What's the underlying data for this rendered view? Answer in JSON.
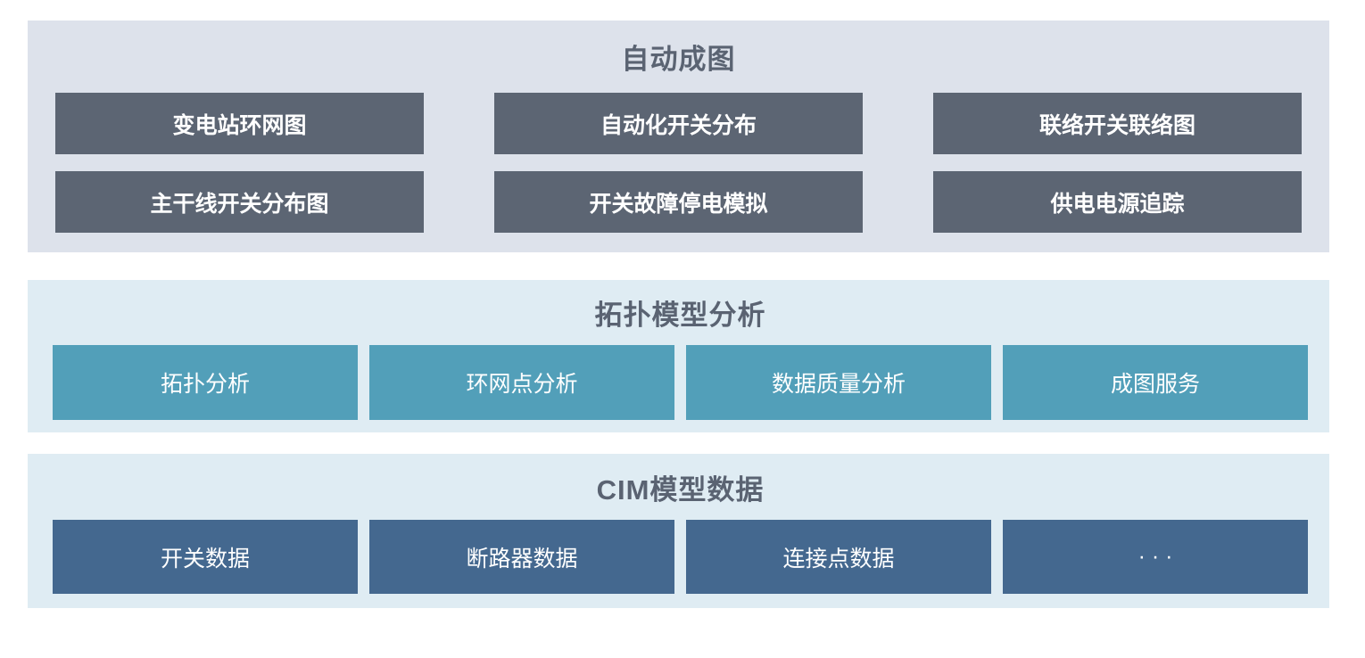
{
  "colors": {
    "page_bg": "#ffffff",
    "top_section_bg": "#dde2eb",
    "lower_sections_bg": "#dfecf3",
    "dark_box": "#5c6573",
    "teal_box": "#529fb9",
    "blue_box": "#44688f",
    "title_text": "#5a6372",
    "box_text": "#ffffff"
  },
  "sections": [
    {
      "title": "自动成图",
      "items": [
        "变电站环网图",
        "自动化开关分布",
        "联络开关联络图",
        "主干线开关分布图",
        "开关故障停电模拟",
        "供电电源追踪"
      ]
    },
    {
      "title": "拓扑模型分析",
      "items": [
        "拓扑分析",
        "环网点分析",
        "数据质量分析",
        "成图服务"
      ]
    },
    {
      "title": "CIM模型数据",
      "items": [
        "开关数据",
        "断路器数据",
        "连接点数据",
        "· · ·"
      ]
    }
  ]
}
